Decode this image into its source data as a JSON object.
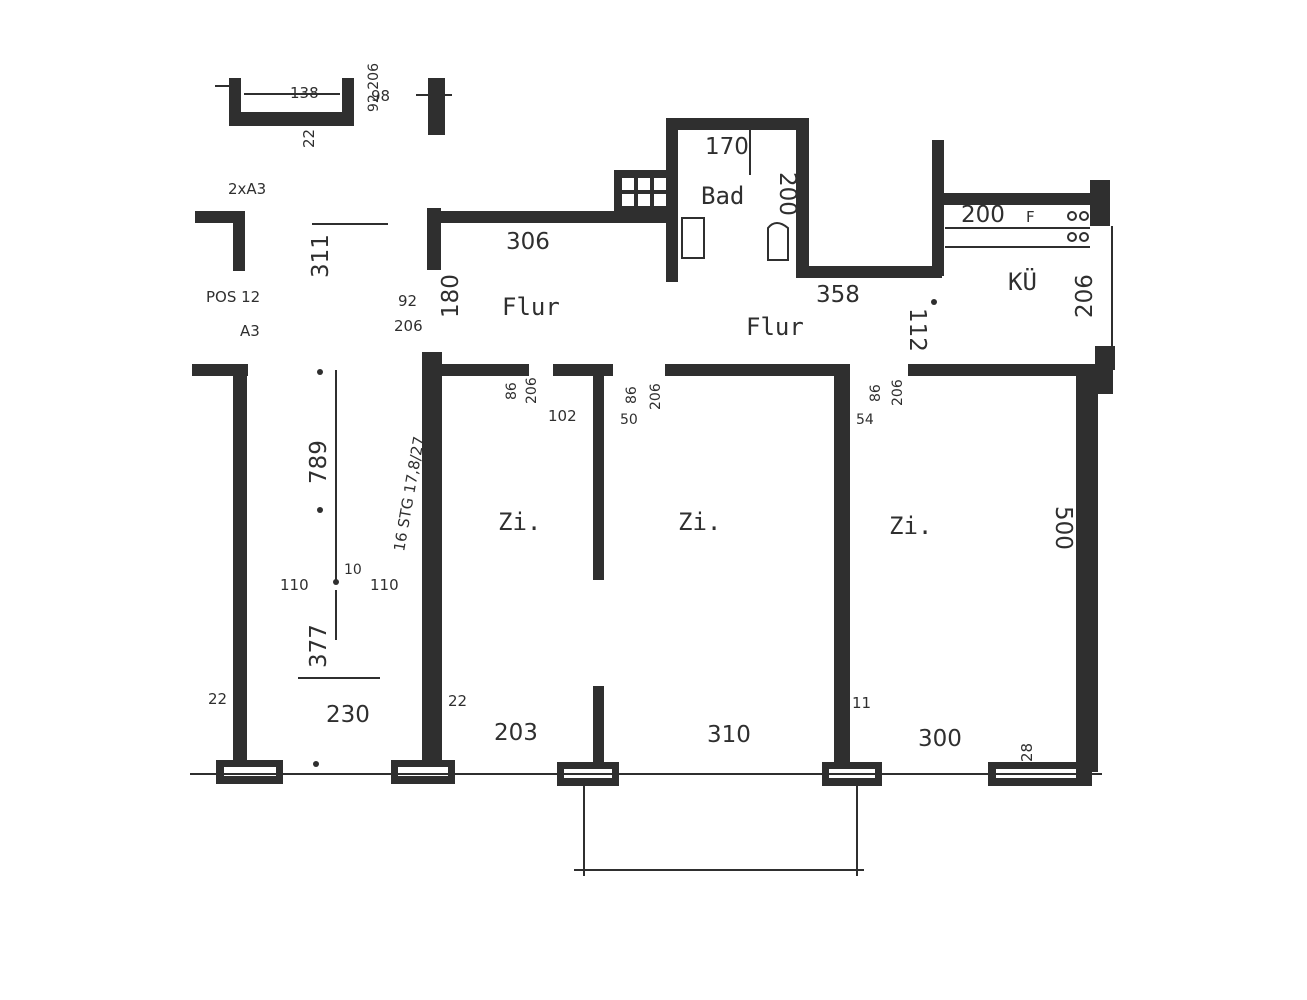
{
  "rooms": {
    "bath": "Bad",
    "hall_left": "Flur",
    "hall_right": "Flur",
    "kitchen": "KÜ",
    "room1": "Zi.",
    "room2": "Zi.",
    "room3": "Zi."
  },
  "dimensions": {
    "bath_width": "170",
    "bath_depth": "200",
    "hall_wall": "306",
    "hall_right_wall": "358",
    "kitchen_width": "200",
    "kitchen_depth": "206",
    "room1_width": "203",
    "room2_width": "310",
    "room3_width": "300",
    "room3_depth": "500",
    "hall_height": "180",
    "hall_gap": "112",
    "stair_width": "230",
    "stair_run": "377",
    "stair_run_upper": "311",
    "stair_mid": "789",
    "wall_thickness": "22"
  },
  "annotations": {
    "top_dim": "138",
    "top_side_a": "98",
    "top_side_b": "92 206",
    "a3_top": "2xA3",
    "pos": "POS 12",
    "a3": "A3",
    "door_hall": "92",
    "door_hall_h": "206",
    "door1": "86",
    "door1_h": "206",
    "door2_w": "102",
    "door2": "86",
    "door2_h": "206",
    "door2_note": "50",
    "door3": "86",
    "door3_h": "206",
    "door3_note": "54",
    "stair_label": "16 STG 17,8/27",
    "landing_left": "110",
    "landing_right": "110",
    "landing_mid": "10",
    "wall_22_left": "22",
    "wall_22_right": "22",
    "wall_11": "11",
    "wall_28": "28",
    "kitchen_f": "F"
  }
}
